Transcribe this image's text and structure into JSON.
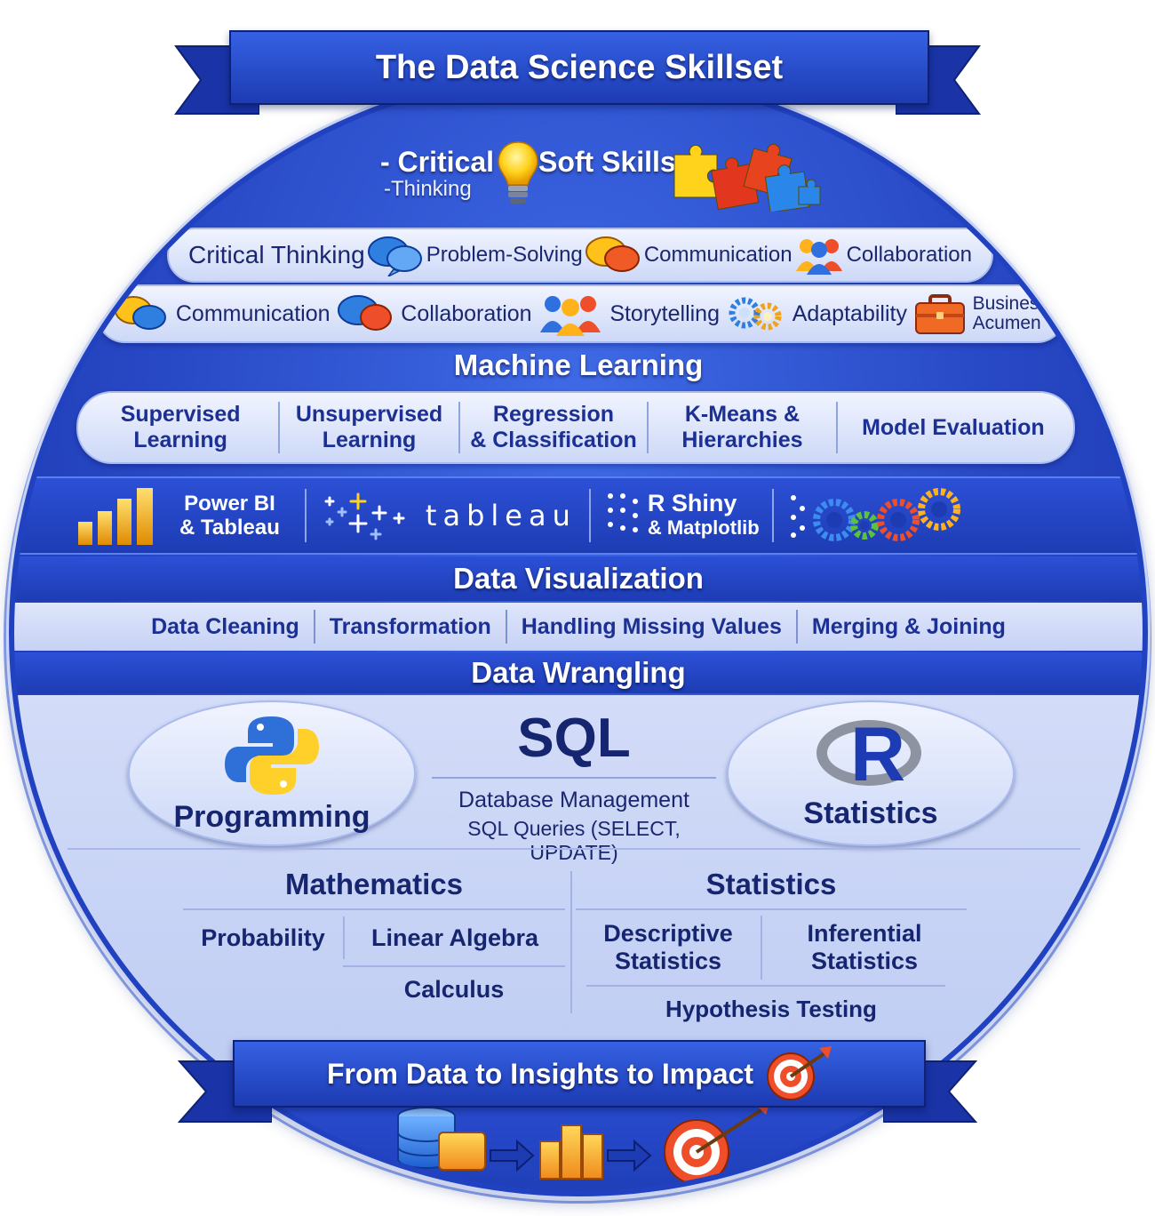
{
  "header": {
    "title": "The Data Science Skillset"
  },
  "soft_skills": {
    "title_left_line1": "- Critical",
    "title_left_line2": "-Thinking",
    "title_right": "Soft Skills",
    "row1": [
      "Critical Thinking",
      "Problem-Solving",
      "Communication",
      "Collaboration"
    ],
    "row2": [
      "Communication",
      "Collaboration",
      "Storytelling",
      "Adaptability"
    ],
    "row2_last_line1": "Business",
    "row2_last_line2": "Acumen"
  },
  "machine_learning": {
    "title": "Machine Learning",
    "items": [
      {
        "line1": "Supervised",
        "line2": "Learning"
      },
      {
        "line1": "Unsupervised",
        "line2": "Learning"
      },
      {
        "line1": "Regression",
        "line2": "& Classification"
      },
      {
        "line1": "K-Means &",
        "line2": "Hierarchies"
      },
      {
        "line1": "Model Evaluation",
        "line2": ""
      }
    ]
  },
  "tools": {
    "powerbi_line1": "Power BI",
    "powerbi_line2": "& Tableau",
    "tableau": "tableau",
    "rshiny_line1": "R Shiny",
    "rshiny_line2": "& Matplotlib"
  },
  "data_visualization": {
    "title": "Data Visualization"
  },
  "wrangling": {
    "items": [
      "Data Cleaning",
      "Transformation",
      "Handling Missing Values",
      "Merging & Joining"
    ],
    "title": "Data Wrangling"
  },
  "core": {
    "programming": "Programming",
    "sql_title": "SQL",
    "sql_line1": "Database Management",
    "sql_line2": "SQL Queries (SELECT, UPDATE)",
    "r_letter": "R",
    "statistics": "Statistics"
  },
  "foundations": {
    "math_title": "Mathematics",
    "probability": "Probability",
    "linear_algebra": "Linear Algebra",
    "calculus": "Calculus",
    "stats_title": "Statistics",
    "descriptive_line1": "Descriptive",
    "descriptive_line2": "Statistics",
    "inferential_line1": "Inferential",
    "inferential_line2": "Statistics",
    "hypothesis": "Hypothesis Testing"
  },
  "footer": {
    "title": "From Data to Insights to Impact"
  },
  "colors": {
    "primary_blue": "#2747c4",
    "label_blue": "#1c2f93",
    "pill_light": "#dfe6fb",
    "accent_orange": "#f08a1c",
    "accent_red": "#e0452a"
  }
}
